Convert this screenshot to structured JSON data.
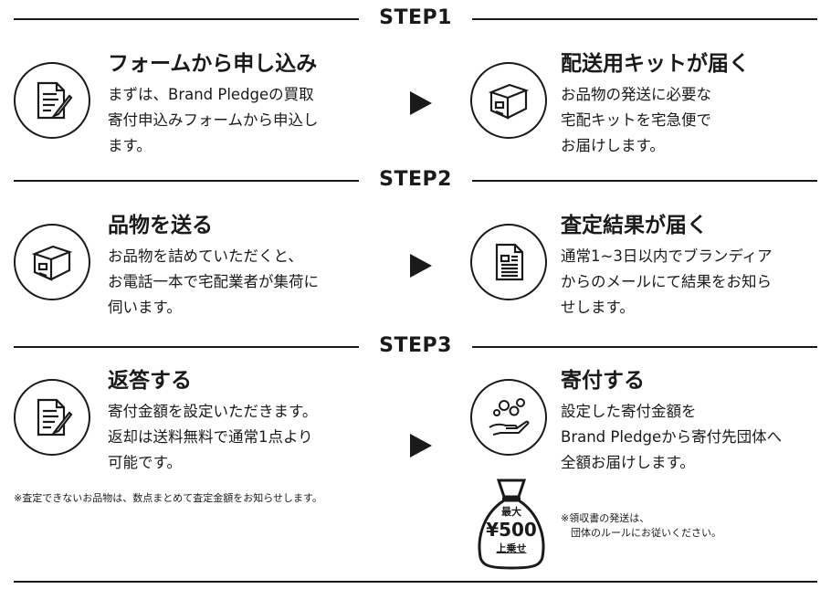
{
  "step1": {
    "heading": "STEP1",
    "left": {
      "icon": "form-document-icon",
      "title": "フォームから申し込み",
      "body": "まずは、Brand Pledgeの買取\n寄付申込みフォームから申込し\nます。"
    },
    "right": {
      "icon": "box-icon",
      "title": "配送用キットが届く",
      "body": "お品物の発送に必要な\n宅配キットを宅急便で\nお届けします。"
    }
  },
  "step2": {
    "heading": "STEP2",
    "left": {
      "icon": "box-icon",
      "title": "品物を送る",
      "body": "お品物を詰めていただくと、\nお電話一本で宅配業者が集荷に\n伺います。"
    },
    "right": {
      "icon": "report-document-icon",
      "title": "査定結果が届く",
      "body": "通常1~3日以内でブランディア\nからのメールにて結果をお知ら\nせします。"
    }
  },
  "step3": {
    "heading": "STEP3",
    "left": {
      "icon": "form-document-icon",
      "title": "返答する",
      "body": "寄付金額を設定いただきます。\n返却は送料無料で通常1点より\n可能です。",
      "note": "※査定できないお品物は、数点まとめて査定金額をお知らせします。"
    },
    "right": {
      "icon": "coins-hand-icon",
      "title": "寄付する",
      "body": "設定した寄付金額を\nBrand Pledgeから寄付先団体へ\n全額お届けします。",
      "note": "※領収書の発送は、\n　団体のルールにお従いください。"
    }
  },
  "money_bag": {
    "top": "最大",
    "amount": "¥500",
    "bottom": "上乗せ"
  }
}
